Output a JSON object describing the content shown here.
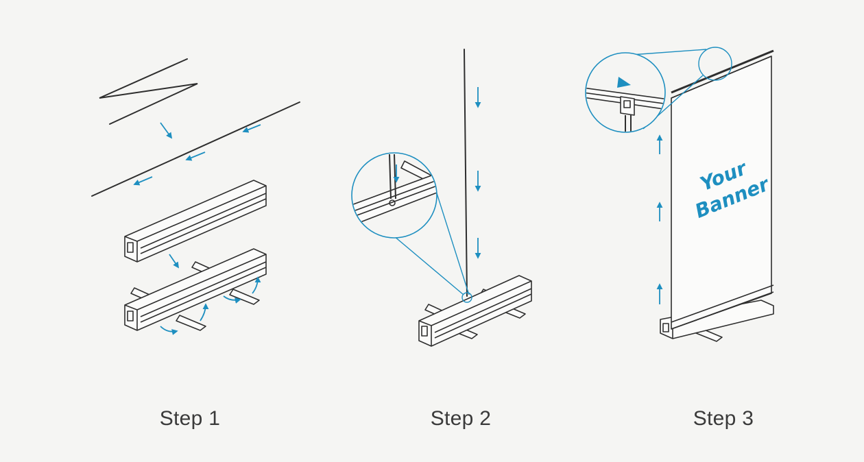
{
  "steps": [
    {
      "label": "Step 1"
    },
    {
      "label": "Step 2"
    },
    {
      "label": "Step 3"
    }
  ],
  "banner": {
    "line1": "Your",
    "line2": "Banner"
  },
  "colors": {
    "accent": "#1e8fc0",
    "ink": "#2e2e2e",
    "background": "#f5f5f3"
  }
}
